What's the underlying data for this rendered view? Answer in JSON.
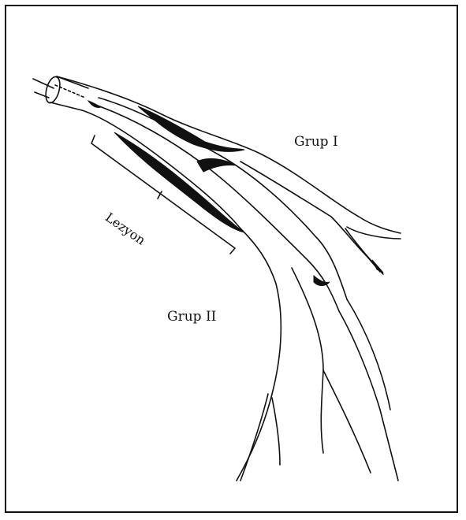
{
  "labels": {
    "group_one": "Grup I",
    "group_two": "Grup II",
    "lesion": "Lezyon"
  }
}
